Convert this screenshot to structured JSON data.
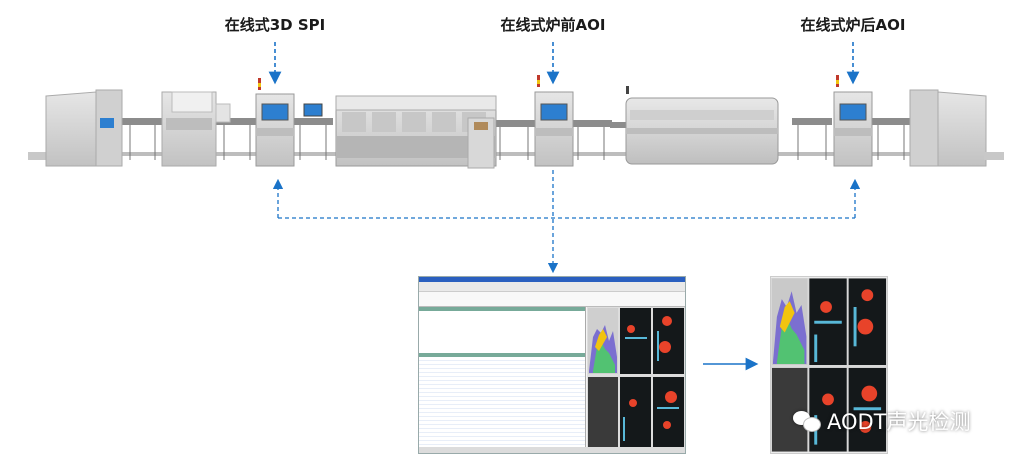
{
  "diagram": {
    "labels": {
      "spi": "在线式3D SPI",
      "pre_aoi": "在线式炉前AOI",
      "post_aoi": "在线式炉后AOI"
    },
    "watermark": {
      "icon": "wechat-icon",
      "text": "AODT声光检测"
    },
    "colors": {
      "arrow": "#1a73c8",
      "machine_body": "#d6d6d6",
      "machine_dark": "#9a9a9a",
      "screen": "#2d7fd0",
      "board_bg": "#14181a",
      "pad": "#e8432a",
      "trace": "#58b8d8"
    }
  }
}
